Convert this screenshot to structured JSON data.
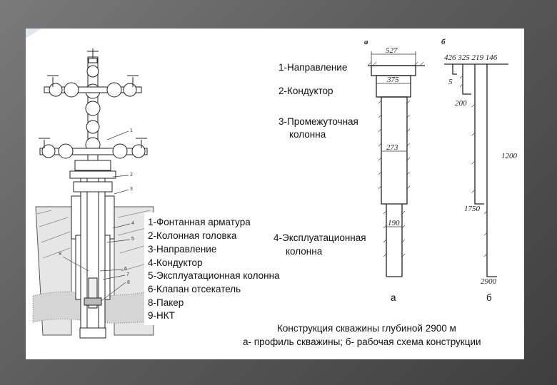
{
  "wellhead_labels": {
    "items": [
      "1-Фонтанная арматура",
      "2-Колонная головка",
      "3-Направление",
      "4-Кондуктор",
      "5-Эксплуатационная колонна",
      "6-Клапан отсекатель",
      "8-Пакер",
      "9-НКТ"
    ],
    "callout_numbers": [
      "1",
      "2",
      "3",
      "4",
      "5",
      "6",
      "7",
      "8",
      "9"
    ]
  },
  "middle_labels": {
    "napravlenie": "1-Направление",
    "konduktor": "2-Кондуктор",
    "promezh_line1": "3-Промежуточная",
    "promezh_line2": "колонна",
    "ekspl_line1": "4-Эксплуатационная",
    "ekspl_line2": "колонна"
  },
  "profile_a": {
    "header": "а",
    "caption": "а",
    "diameters": [
      "527",
      "375",
      "273",
      "190"
    ]
  },
  "profile_b": {
    "header": "б",
    "caption": "б",
    "diameters": "426 325 219 146",
    "depths": [
      "5",
      "200",
      "1200",
      "1750",
      "2900"
    ]
  },
  "caption": {
    "line1": "Конструкция скважины глубиной 2900 м",
    "line2": "а- профиль скважины; б- рабочая схема конструкции"
  }
}
